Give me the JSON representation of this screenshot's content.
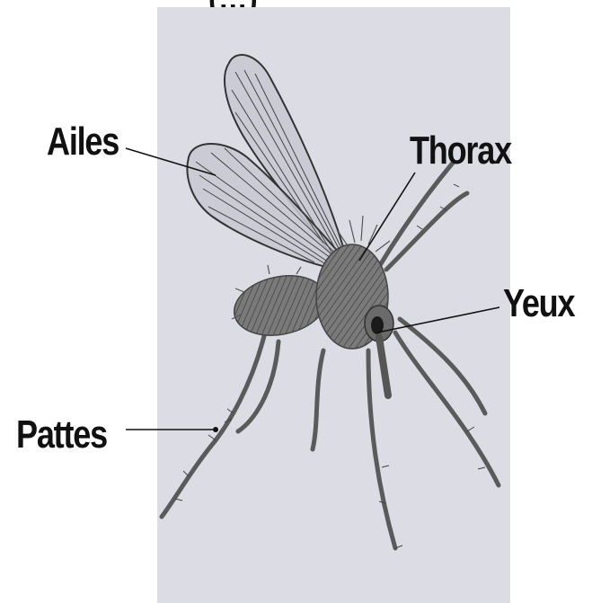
{
  "header_fragment": "(…)",
  "labels": {
    "ailes": "Ailes",
    "thorax": "Thorax",
    "yeux": "Yeux",
    "pattes": "Pattes"
  },
  "colors": {
    "panel": "#dcdce4",
    "ink": "#111111",
    "insect": "#6e6e6e"
  }
}
